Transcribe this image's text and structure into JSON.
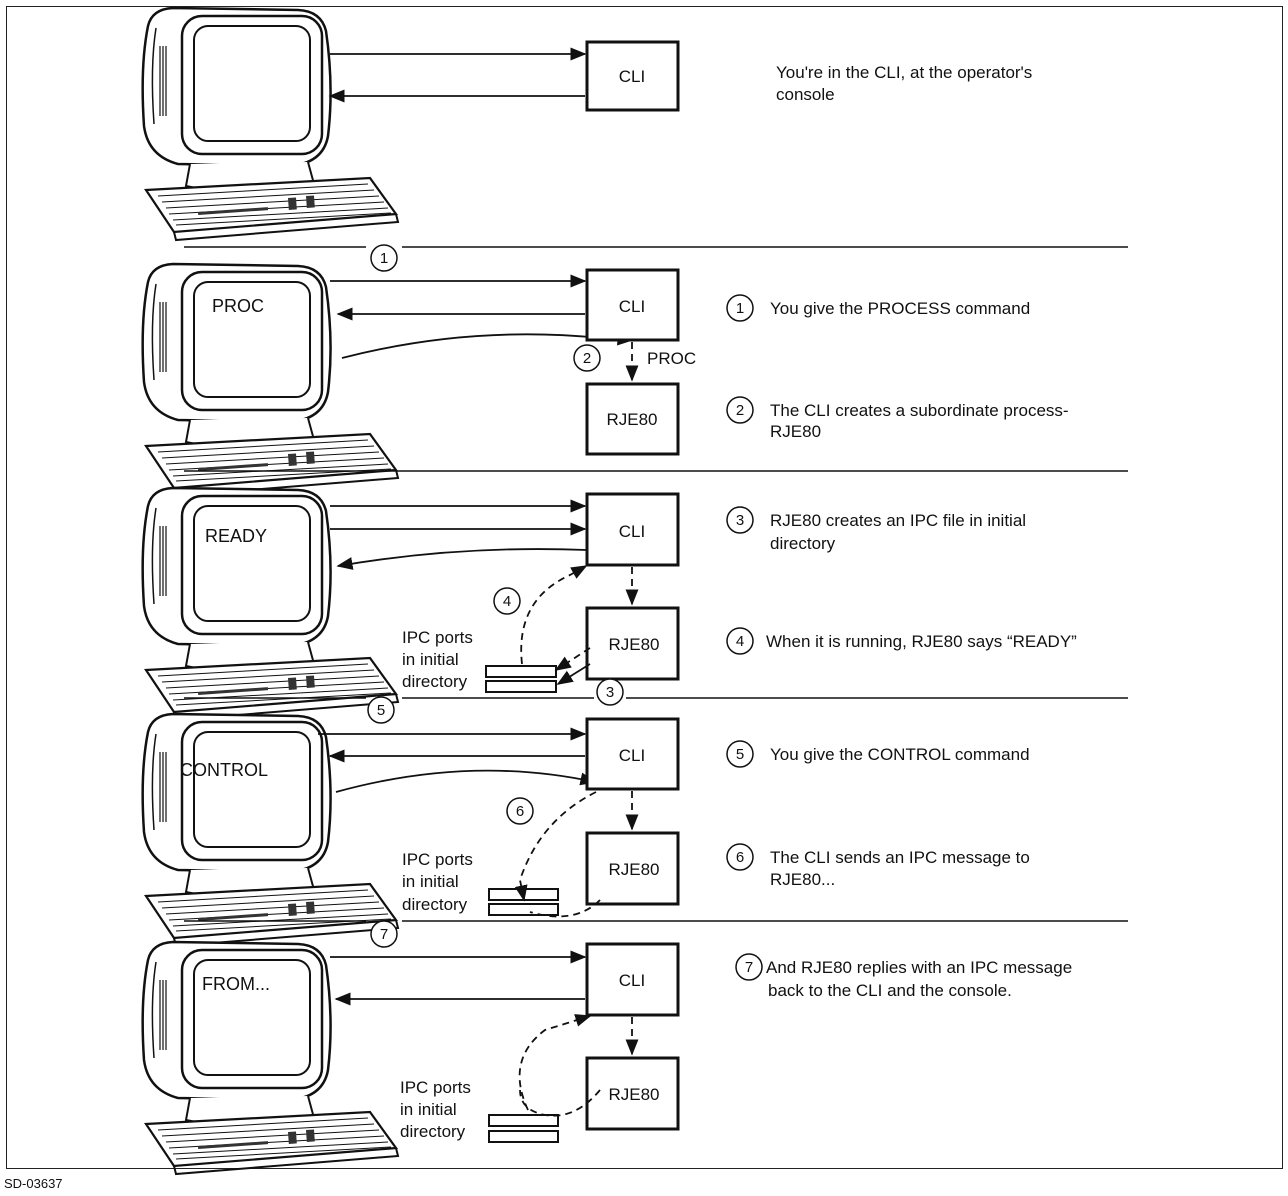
{
  "figure_id": "SD-03637",
  "labels": {
    "cli": "CLI",
    "rje80": "RJE80",
    "proc_edge": "PROC",
    "ipc_ports": [
      "IPC ports",
      "in initial",
      "directory"
    ]
  },
  "panels": [
    {
      "screen": "",
      "step": "",
      "description": [
        "You're in the CLI, at the operator's",
        "console"
      ]
    },
    {
      "screen": "PROC",
      "markers": [
        "1",
        "2"
      ],
      "descriptions": [
        {
          "step": "1",
          "lines": [
            "You give the PROCESS command"
          ]
        },
        {
          "step": "2",
          "lines": [
            "The CLI creates a subordinate process-",
            "RJE80"
          ]
        }
      ]
    },
    {
      "screen": "READY",
      "markers": [
        "3",
        "4"
      ],
      "descriptions": [
        {
          "step": "3",
          "lines": [
            "RJE80 creates an IPC file in initial",
            "directory"
          ]
        },
        {
          "step": "4",
          "lines": [
            "When it is running, RJE80 says “READY”"
          ]
        }
      ]
    },
    {
      "screen": "CONTROL",
      "markers": [
        "5",
        "6"
      ],
      "descriptions": [
        {
          "step": "5",
          "lines": [
            "You give the CONTROL command"
          ]
        },
        {
          "step": "6",
          "lines": [
            "The CLI sends an IPC message to",
            "RJE80..."
          ]
        }
      ]
    },
    {
      "screen": "FROM...",
      "markers": [
        "7"
      ],
      "descriptions": [
        {
          "step": "7",
          "lines": [
            "And RJE80 replies with an IPC message",
            "back to the CLI and the console."
          ]
        }
      ]
    }
  ]
}
